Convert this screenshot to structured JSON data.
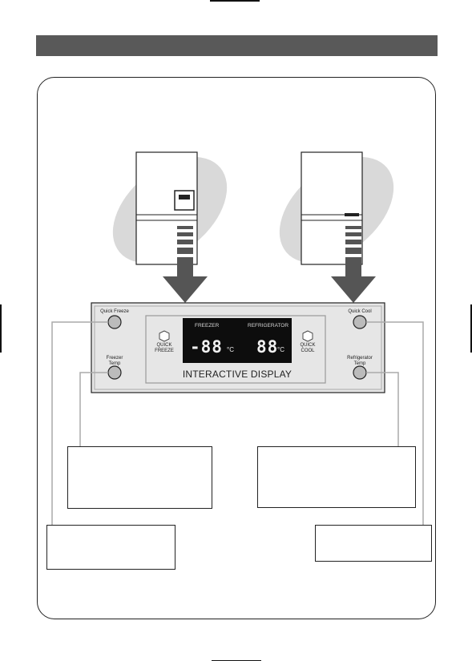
{
  "display": {
    "title": "INTERACTIVE DISPLAY",
    "freezer_label": "FREEZER",
    "freezer_temp": "-88",
    "fridge_label": "REFRIGERATOR",
    "fridge_temp": "88",
    "unit": "°C",
    "quick_freeze_label": "QUICK FREEZE",
    "quick_cool_label": "QUICK COOL"
  },
  "buttons": {
    "top_left": "Quick Freeze",
    "bottom_left": "Freezer Temp",
    "top_right": "Quick Cool",
    "bottom_right": "Refrigerator Temp"
  },
  "colors": {
    "header": "#595959",
    "arrow": "#555555",
    "ellipse": "#d9d9d9",
    "panel_bg": "#e6e6e6",
    "lcd_bg": "#0d0d0d"
  }
}
